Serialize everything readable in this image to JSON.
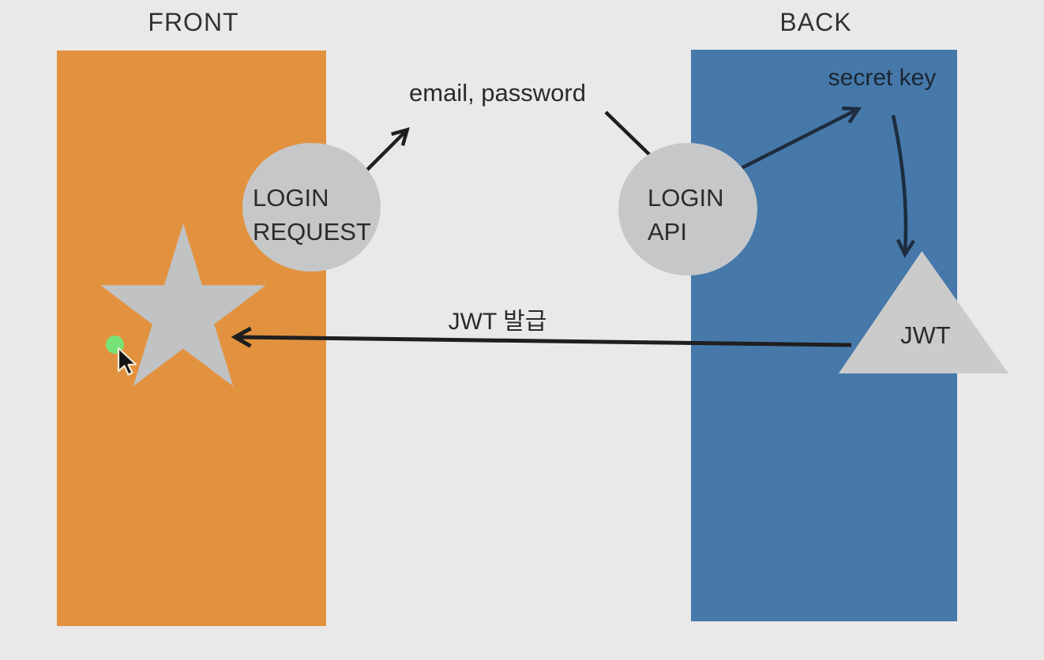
{
  "panels": {
    "front": {
      "title": "FRONT"
    },
    "back": {
      "title": "BACK"
    }
  },
  "nodes": {
    "login_request": {
      "line1": "LOGIN",
      "line2": "REQUEST"
    },
    "login_api": {
      "line1": "LOGIN",
      "line2": "API"
    },
    "jwt_token": {
      "label": "JWT"
    }
  },
  "labels": {
    "email_password": "email, password",
    "secret_key": "secret key",
    "jwt_issue": "JWT 발급"
  },
  "flow": [
    {
      "from": "login-request-node",
      "to": "login-api-node",
      "label": "email, password"
    },
    {
      "from": "login-api-node",
      "to": "secret-key-label",
      "label": ""
    },
    {
      "from": "secret-key-label",
      "to": "jwt-triangle-node",
      "label": ""
    },
    {
      "from": "jwt-triangle-node",
      "to": "front-star",
      "label": "JWT 발급"
    }
  ],
  "colors": {
    "background": "#e9e9e9",
    "front_panel": "#e2923f",
    "back_panel": "#4679aa",
    "node_fill": "#c6c7c9",
    "star_fill": "#c0c2c4",
    "triangle_fill": "#cbcbcb",
    "arrow_dark": "#1f1f1f",
    "arrow_navy": "#1d2c3e",
    "text_dark": "#2b2b2b",
    "text_on_blue": "#1b2531",
    "cursor_dot": "#77e377"
  }
}
